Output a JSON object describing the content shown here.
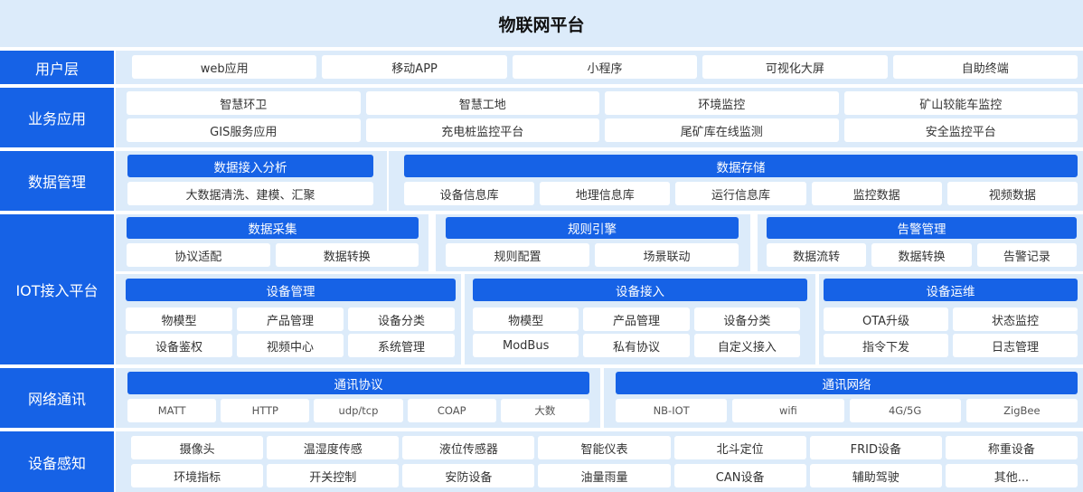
{
  "title": "物联网平台",
  "user_layer": {
    "label": "用户层",
    "items": [
      "web应用",
      "移动APP",
      "小程序",
      "可视化大屏",
      "自助终端"
    ]
  },
  "business": {
    "label": "业务应用",
    "rows": [
      [
        "智慧环卫",
        "智慧工地",
        "环境监控",
        "矿山较能车监控"
      ],
      [
        "GIS服务应用",
        "充电桩监控平台",
        "尾矿库在线监测",
        "安全监控平台"
      ]
    ]
  },
  "data_mgmt": {
    "label": "数据管理",
    "access": {
      "title": "数据接入分析",
      "item": "大数据清洗、建模、汇聚"
    },
    "storage": {
      "title": "数据存储",
      "items": [
        "设备信息库",
        "地理信息库",
        "运行信息库",
        "监控数据",
        "视频数据"
      ]
    }
  },
  "iot": {
    "label": "IOT接入平台",
    "collect": {
      "title": "数据采集",
      "items": [
        "协议适配",
        "数据转换"
      ]
    },
    "rules": {
      "title": "规则引擎",
      "items": [
        "规则配置",
        "场景联动"
      ]
    },
    "alarm": {
      "title": "告警管理",
      "items": [
        "数据流转",
        "数据转换",
        "告警记录"
      ]
    },
    "device_mgmt": {
      "title": "设备管理",
      "rows": [
        [
          "物模型",
          "产品管理",
          "设备分类"
        ],
        [
          "设备鉴权",
          "视频中心",
          "系统管理"
        ]
      ]
    },
    "device_access": {
      "title": "设备接入",
      "rows": [
        [
          "物模型",
          "产品管理",
          "设备分类"
        ],
        [
          "ModBus",
          "私有协议",
          "自定义接入"
        ]
      ]
    },
    "device_ops": {
      "title": "设备运维",
      "rows": [
        [
          "OTA升级",
          "状态监控"
        ],
        [
          "指令下发",
          "日志管理"
        ]
      ]
    }
  },
  "network": {
    "label": "网络通讯",
    "protocol": {
      "title": "通讯协议",
      "items": [
        "MATT",
        "HTTP",
        "udp/tcp",
        "COAP",
        "大数"
      ]
    },
    "net": {
      "title": "通讯网络",
      "items": [
        "NB-IOT",
        "wifi",
        "4G/5G",
        "ZigBee"
      ]
    }
  },
  "sensing": {
    "label": "设备感知",
    "rows": [
      [
        "摄像头",
        "温湿度传感",
        "液位传感器",
        "智能仪表",
        "北斗定位",
        "FRID设备",
        "称重设备"
      ],
      [
        "环境指标",
        "开关控制",
        "安防设备",
        "油量雨量",
        "CAN设备",
        "辅助驾驶",
        "其他..."
      ]
    ]
  },
  "colors": {
    "accent": "#1662e6",
    "panel": "#dcebfa",
    "cell": "#ffffff"
  }
}
